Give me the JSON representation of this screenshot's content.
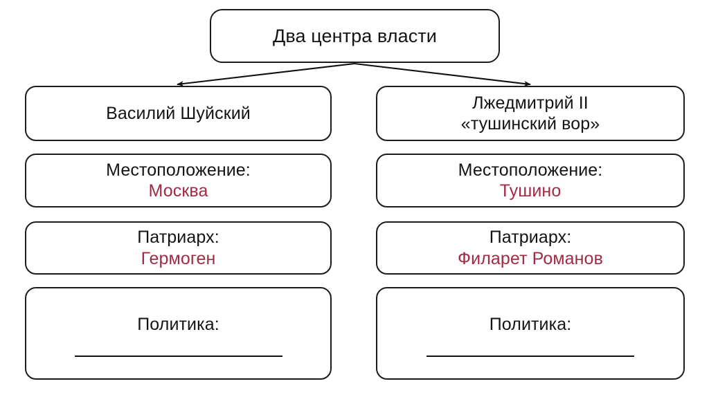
{
  "diagram": {
    "title": "Два центра власти",
    "accent_color": "#A32A45",
    "text_color": "#141414",
    "border_color": "#1b1b1b",
    "background_color": "#ffffff",
    "connectors": [
      {
        "name": "root-to-left",
        "from": "Два центра власти",
        "to": "Василий Шуйский"
      },
      {
        "name": "root-to-right",
        "from": "Два центра власти",
        "to": "Лжедмитрий II «тушинский вор»"
      }
    ],
    "columns": [
      {
        "id": "left",
        "title_lines": [
          "Василий Шуйский"
        ],
        "location_label": "Местоположение:",
        "location_value": "Москва",
        "patriarch_label": "Патриарх:",
        "patriarch_value": "Гермоген",
        "policy_label": "Политика:",
        "policy_value": ""
      },
      {
        "id": "right",
        "title_lines": [
          "Лжедмитрий II",
          "«тушинский вор»"
        ],
        "location_label": "Местоположение:",
        "location_value": "Тушино",
        "patriarch_label": "Патриарх:",
        "patriarch_value": "Филарет Романов",
        "policy_label": "Политика:",
        "policy_value": ""
      }
    ]
  }
}
